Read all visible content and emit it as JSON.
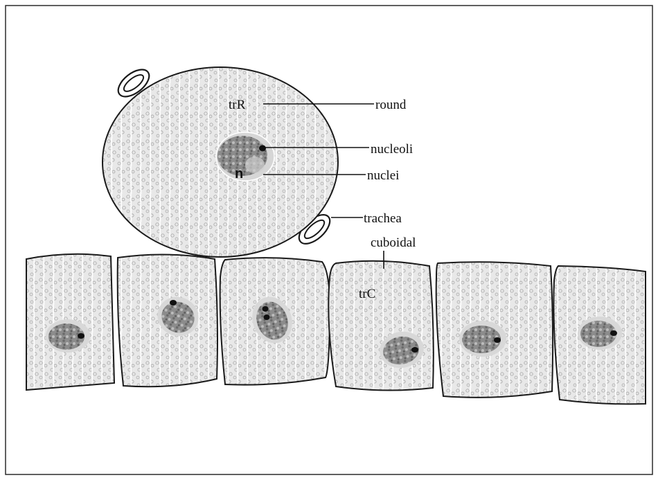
{
  "labels": {
    "round_cell_code": "trR",
    "cuboidal_cell_code": "trC",
    "round": "round",
    "nucleoli": "nucleoli",
    "nuclei": "nuclei",
    "trachea": "trachea",
    "cuboidal": "cuboidal",
    "nucleus_marker": "n"
  },
  "colors": {
    "outline": "#1a1a1a",
    "cytoplasm": "#e6e6e6",
    "nucleus_light": "#bdbdbd",
    "nucleus_dark": "#6e6e6e",
    "nucleolus": "#111111"
  }
}
